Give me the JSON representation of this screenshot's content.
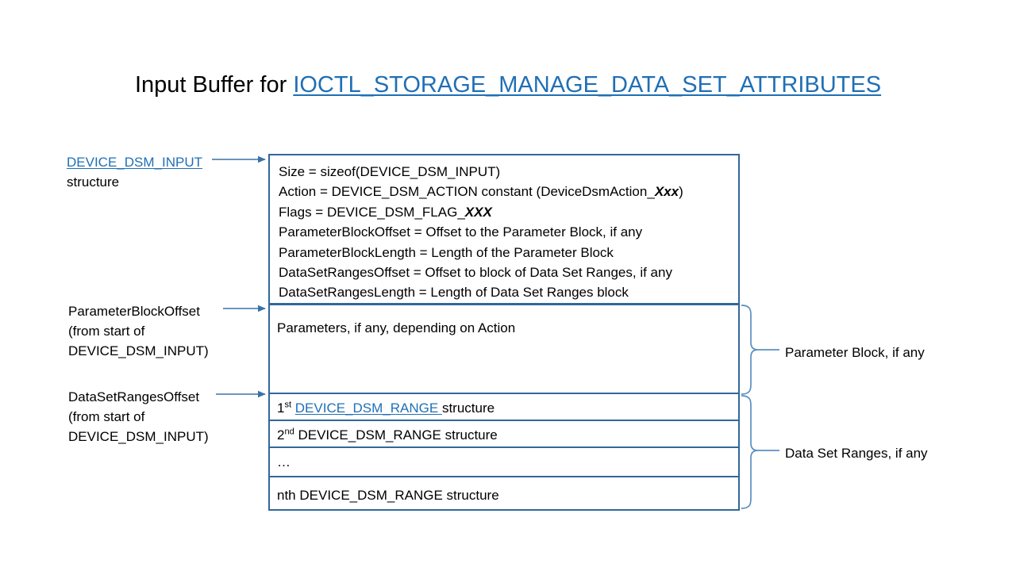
{
  "title": {
    "prefix": "Input Buffer for ",
    "link": "IOCTL_STORAGE_MANAGE_DATA_SET_ATTRIBUTES"
  },
  "colors": {
    "link_blue": "#1F6FB5",
    "box_border": "#31679A",
    "brace_blue": "#5B8FC0",
    "arrow_blue": "#3A72A8",
    "text_black": "#000000",
    "background": "#FFFFFF"
  },
  "left_labels": {
    "dsm_input": {
      "link": "DEVICE_DSM_INPUT",
      "line2": "structure"
    },
    "parameter_block_offset": {
      "line1": "ParameterBlockOffset",
      "line2": "(from start of",
      "line3": "DEVICE_DSM_INPUT)"
    },
    "data_set_ranges_offset": {
      "line1": "DataSetRangesOffset",
      "line2": "(from start of",
      "line3": "DEVICE_DSM_INPUT)"
    }
  },
  "structure": {
    "header_fields": [
      {
        "pre": "Size  = sizeof(DEVICE_DSM_INPUT)",
        "em": "",
        "post": ""
      },
      {
        "pre": "Action = DEVICE_DSM_ACTION  constant (DeviceDsmAction_",
        "em": "Xxx",
        "post": ")"
      },
      {
        "pre": "Flags = DEVICE_DSM_FLAG_",
        "em": "XXX",
        "post": ""
      },
      {
        "pre": "ParameterBlockOffset  = Offset to the Parameter Block, if any",
        "em": "",
        "post": ""
      },
      {
        "pre": "ParameterBlockLength  = Length of the Parameter Block",
        "em": "",
        "post": ""
      },
      {
        "pre": "DataSetRangesOffset  = Offset to block of Data Set Ranges, if any",
        "em": "",
        "post": ""
      },
      {
        "pre": "DataSetRangesLength  = Length of Data Set Ranges block",
        "em": "",
        "post": ""
      }
    ],
    "parameters_row": "Parameters, if any, depending on Action",
    "range_rows": [
      {
        "ordinal": "1",
        "sup": "st",
        "link": "DEVICE_DSM_RANGE ",
        "tail": "structure"
      },
      {
        "ordinal": "2",
        "sup": "nd",
        "link": "",
        "tail": "DEVICE_DSM_RANGE  structure"
      },
      {
        "ordinal": "…",
        "sup": "",
        "link": "",
        "tail": ""
      },
      {
        "ordinal": "nth",
        "sup": "",
        "link": "",
        "tail": " DEVICE_DSM_RANGE  structure"
      }
    ]
  },
  "right_labels": {
    "parameter_block": "Parameter Block, if any",
    "data_set_ranges": "Data Set Ranges, if any"
  }
}
